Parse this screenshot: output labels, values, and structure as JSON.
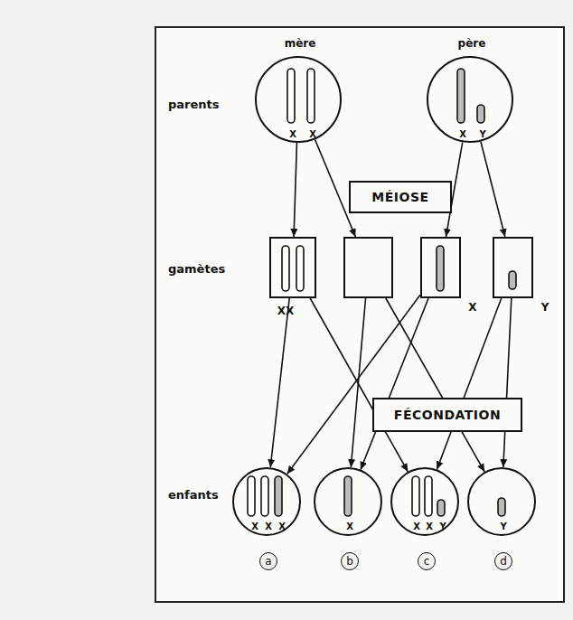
{
  "diagram": {
    "nodes": [
      {
        "text": [
          "mère",
          "X",
          "X"
        ]
      },
      {
        "text": [
          "père",
          "X",
          "Y"
        ]
      },
      {
        "text": [
          "MÉIOSE"
        ]
      },
      {
        "text": [
          "XX"
        ]
      },
      {
        "text": []
      },
      {
        "text": [
          "X"
        ]
      },
      {
        "text": [
          "Y"
        ]
      },
      {
        "text": [
          "FÉCONDATION"
        ]
      },
      {
        "text": [
          "X",
          "X",
          "X",
          "a"
        ]
      },
      {
        "text": [
          "X",
          "b"
        ]
      },
      {
        "text": [
          "X",
          "X",
          "Y",
          "c"
        ]
      },
      {
        "text": [
          "Y",
          "d"
        ]
      }
    ],
    "edges": [
      {
        "from": 0,
        "to": 3,
        "arrow": "to"
      },
      {
        "from": 0,
        "to": 4,
        "arrow": "to"
      },
      {
        "from": 1,
        "to": 5,
        "arrow": "to"
      },
      {
        "from": 1,
        "to": 6,
        "arrow": "to"
      },
      {
        "from": 3,
        "to": 8,
        "arrow": "to"
      },
      {
        "from": 5,
        "to": 8,
        "arrow": "to"
      },
      {
        "from": 4,
        "to": 9,
        "arrow": "to"
      },
      {
        "from": 5,
        "to": 9,
        "arrow": "to"
      },
      {
        "from": 3,
        "to": 10,
        "arrow": "to"
      },
      {
        "from": 6,
        "to": 10,
        "arrow": "to"
      },
      {
        "from": 4,
        "to": 11,
        "arrow": "to"
      },
      {
        "from": 6,
        "to": 11,
        "arrow": "to"
      }
    ],
    "labels": [
      "parents",
      "gamètes",
      "enfants"
    ]
  }
}
